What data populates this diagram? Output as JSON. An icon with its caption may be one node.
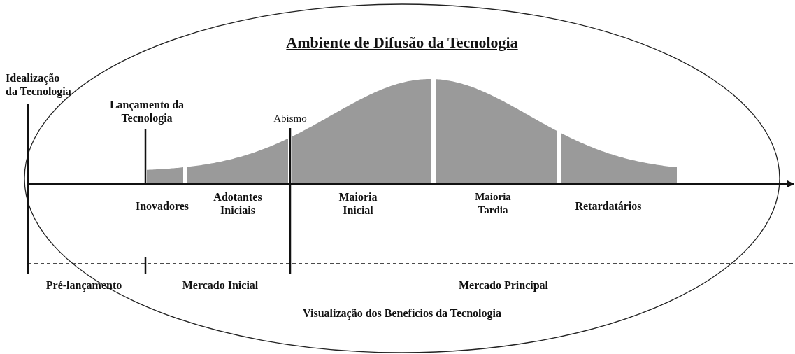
{
  "diagram": {
    "title": "Ambiente de Difusão da Tecnologia",
    "labels": [
      "Idealização da Tecnologia",
      "Lançamento da Tecnologia",
      "Abismo",
      "Inovadores",
      "Adotantes Iniciais",
      "Maioria Inicial",
      "Maioria Tardia",
      "Retardatários",
      "Pré-lançamento",
      "Mercado Inicial",
      "Mercado Principal",
      "Visualização dos Benefícios da Tecnologia"
    ]
  }
}
